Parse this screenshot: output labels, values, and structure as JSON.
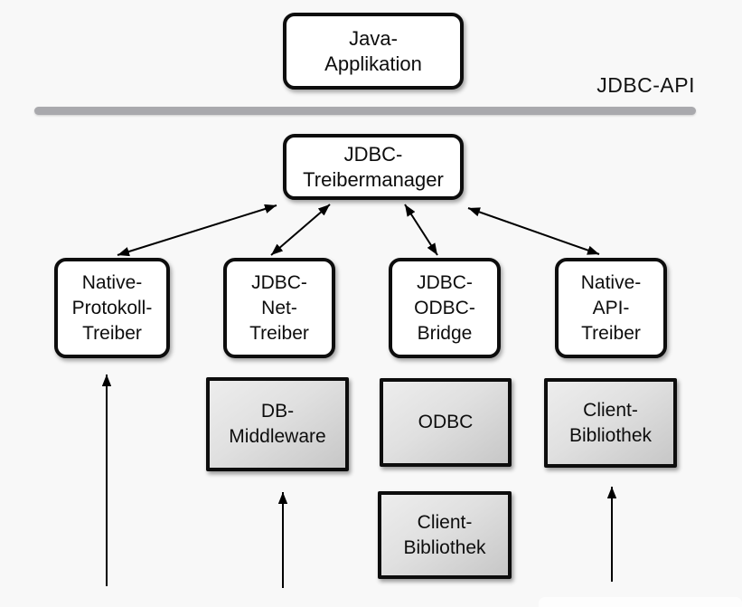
{
  "labels": {
    "api": "JDBC-API"
  },
  "boxes": {
    "java_applikation": {
      "lines": [
        "Java-",
        "Applikation"
      ]
    },
    "jdbc_treibermanager": {
      "lines": [
        "JDBC-",
        "Treibermanager"
      ]
    },
    "native_protokoll_treiber": {
      "lines": [
        "Native-",
        "Protokoll-",
        "Treiber"
      ]
    },
    "jdbc_net_treiber": {
      "lines": [
        "JDBC-",
        "Net-",
        "Treiber"
      ]
    },
    "jdbc_odbc_bridge": {
      "lines": [
        "JDBC-",
        "ODBC-",
        "Bridge"
      ]
    },
    "native_api_treiber": {
      "lines": [
        "Native-",
        "API-",
        "Treiber"
      ]
    },
    "db_middleware": {
      "lines": [
        "DB-",
        "Middleware"
      ]
    },
    "odbc": {
      "lines": [
        "ODBC"
      ]
    },
    "client_bibliothek_odbc": {
      "lines": [
        "Client-",
        "Bibliothek"
      ]
    },
    "client_bibliothek_native": {
      "lines": [
        "Client-",
        "Bibliothek"
      ]
    }
  },
  "connections": {
    "double_headed": [
      "jdbc_treibermanager <-> native_protokoll_treiber",
      "jdbc_treibermanager <-> jdbc_net_treiber",
      "jdbc_treibermanager <-> jdbc_odbc_bridge",
      "jdbc_treibermanager <-> native_api_treiber"
    ],
    "upward": [
      "bottom -> native_protokoll_treiber",
      "bottom -> db_middleware",
      "bottom -> client_bibliothek_native"
    ]
  },
  "colors": {
    "background": "#f8f8f8",
    "box_fill": "#ffffff",
    "gray_box_fill_top": "#ededed",
    "gray_box_fill_bottom": "#c7c7c7",
    "border": "#0d0d0d",
    "divider": "#a9a9ad",
    "arrow": "#000000",
    "text": "#0d0d0d"
  }
}
